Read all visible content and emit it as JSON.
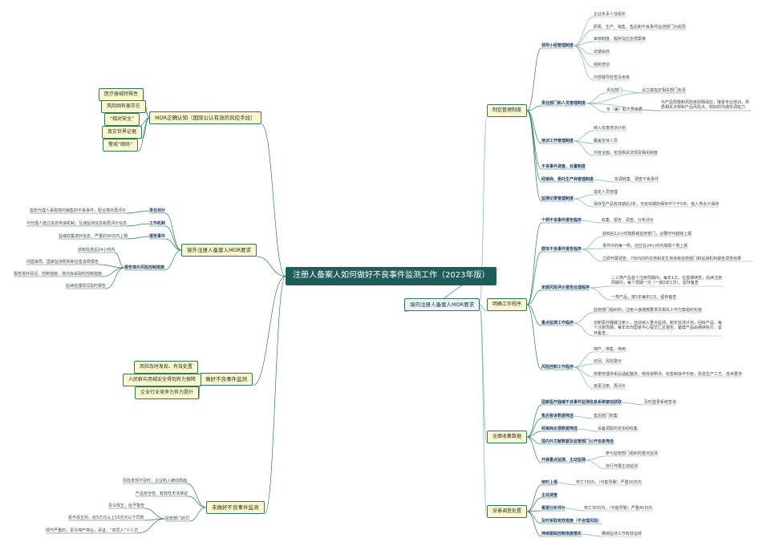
{
  "root": "注册人备案人如何做好不良事件监测工作（2023年版）",
  "mdr_awareness": {
    "title": "MDR正确认知（国际公认有效的风控手段）",
    "items": [
      "医疗器械特殊性",
      "风险固有客存在",
      "“相对安全”",
      "真实世界证据",
      "警戒“暗码”"
    ]
  },
  "overseas": {
    "title": "境外注册人备案人MDR要求",
    "groups": [
      {
        "label": "责任划分",
        "items": [
          "指定代理人承担境内销售的不良事件，配合境外再评价"
        ]
      },
      {
        "label": "工作机制",
        "items": [
          "与代理人建立信息传递机制，互通监测信息和再评价信息"
        ]
      },
      {
        "label": "报告事件",
        "items": [
          "监或收集境外信息，严重的30日内上报"
        ]
      },
      {
        "label": "报告境外风险控制措施",
        "items": [
          "获知信息后24小时内",
          "向国家局、国家监测机构和在售省局报告",
          "报告境外情况、控制措施，境内拟采取的控制措施",
          "后续处理情况及时报告"
        ]
      }
    ]
  },
  "do_well": {
    "title": "做好不良事件监测",
    "items": [
      "风险及时发现、有效处置",
      "人民群众用械安全得到有力保障",
      "企业行业竞争力有力提升"
    ]
  },
  "not_done": {
    "title": "未做好不良事件监测",
    "items": [
      "风险发现不及时，企业陷入被动局面",
      "产品安全性、有效性无法保证"
    ],
    "penalty": {
      "label": "监管部门处罚",
      "items": [
        "责令改正，给予警告",
        "拒不改正的，处5万元以上10万元以下罚款",
        "情节严重的，责令停产停业，吊证、“双罚人”个人罚"
      ]
    }
  },
  "domestic": {
    "title": "境内注册人备案人MDR要求",
    "sections": [
      {
        "title": "制定管理制度",
        "groups": [
          {
            "label": "领导小组管理制度",
            "items": [
              "企业负责人任组长",
              "研发、生产、销售、售后和不良事件监测部门为组员",
              "审核制度、程序及应急预案等",
              "定期会商",
              "组织培训",
              "内部督导检查及考核"
            ]
          },
          {
            "label": "责任部门和人员管理制度",
            "items": [
              "责任部门",
              "专（兼）职人员资质"
            ],
            "notes": [
              "设立或指定相关部门负责",
              "与产品规模和风险级别相适应，接受专业培训，熟悉相关法规和产品风险点，较好的沟通协调能力"
            ]
          },
          {
            "label": "培训工作管理制度",
            "items": [
              "纳入年度培训计划",
              "覆盖全体人员",
              "内容全面，包括相关法规及相关制度"
            ]
          },
          {
            "label": "不良事件调查、处置制度"
          },
          {
            "label": "经销商、委托生产商管理制度",
            "note": "协调收集、调查不良事件"
          },
          {
            "label": "监测记录管理制度",
            "items": [
              "指定人员管理",
              "保存至产品有效期后2年，无有效期的保存不少于5年，植入类永久保存"
            ]
          }
        ]
      },
      {
        "title": "明确工作程序",
        "groups": [
          {
            "label": "个例不良事件报告程序",
            "note": "收集、报告、调查、分析评价"
          },
          {
            "label": "群体不良事件报告程序",
            "items": [
              "获知后12小时填报或监管部门，必要时可越级上报",
              "事件中的每一例，还应在24小时内填报个例上报",
              "立即开展调查，7日内向所在地和发生地省级监管部门和监测机构报告调查结果"
            ]
          },
          {
            "label": "定期风险评价报告处理程序",
            "items": [
              "二三类产品首个注册周期内，每年1次，在首期续签；后续注册周期内，每个周期一次（一般5年1次），留存备查",
              "一类产品，按1年每年1次，留存备查"
            ]
          },
          {
            "label": "重点监测工作程序",
            "items": [
              "监管部门组织的，注册人接通按要求及相关工作方案组织实施",
              "创新医疗器械注册人，自动纳入重点监测，制定监测计划，回收产品，每个注册周期，每年年向国家中心提交汇总报告，备案产品由继续执行，留存备查。"
            ]
          },
          {
            "label": "风险控制工作程序",
            "items": [
              "停产、停售、停用",
              "召回、风险警示",
              "修量管理体系后涵起整改，修改说明书、标签和操作手册，改进生产工艺、技术要求",
              "变更注册、再评价"
            ]
          }
        ]
      },
      {
        "title": "全面收集数据",
        "groups": [
          {
            "label": "国家医疗器械不良事件监测信息系统被动获取",
            "note": "及时登录系统查询"
          },
          {
            "label": "售后客诉数据筛选",
            "note": "售后部门收集"
          },
          {
            "label": "经销商反馈数据筛选",
            "note": "设备调配的定协助收集"
          },
          {
            "label": "国内外文献数据及监管部门公开信息筛选"
          },
          {
            "label": "开展重点监测、主动监测",
            "items": [
              "参与监管部门组织的重点监测",
              "自行开展主动监测"
            ]
          }
        ]
      },
      {
        "title": "妥善调查处置",
        "groups": [
          {
            "label": "按时上报",
            "note": "死亡7日内，（可能导致）严重20日内"
          },
          {
            "label": "主动调查"
          },
          {
            "label": "看报分析评价",
            "note": "死亡30日内，（可能导致）严重45日内"
          },
          {
            "label": "及时采取有效措施（不合理风险）"
          },
          {
            "label": "持续跟踪控制措施落实",
            "note": "确保监测工作有效运转"
          }
        ]
      }
    ]
  }
}
